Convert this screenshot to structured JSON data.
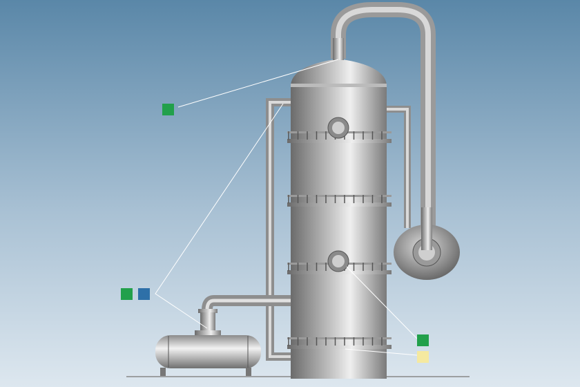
{
  "scene": {
    "background_top": "#5a87a8",
    "background_bottom": "#dde7ef",
    "metal_dark": "#6e6e6e",
    "metal_light": "#eeeeee",
    "leader_color": "#ffffff"
  },
  "markers": [
    {
      "id": "dome-outlet",
      "color": "#22a04b"
    },
    {
      "id": "tank-inlet-a",
      "color": "#22a04b"
    },
    {
      "id": "tank-inlet-b",
      "color": "#2e70a8"
    },
    {
      "id": "lower-porthole",
      "color": "#22a04b"
    },
    {
      "id": "bottom-ring",
      "color": "#f5e9a0"
    }
  ]
}
